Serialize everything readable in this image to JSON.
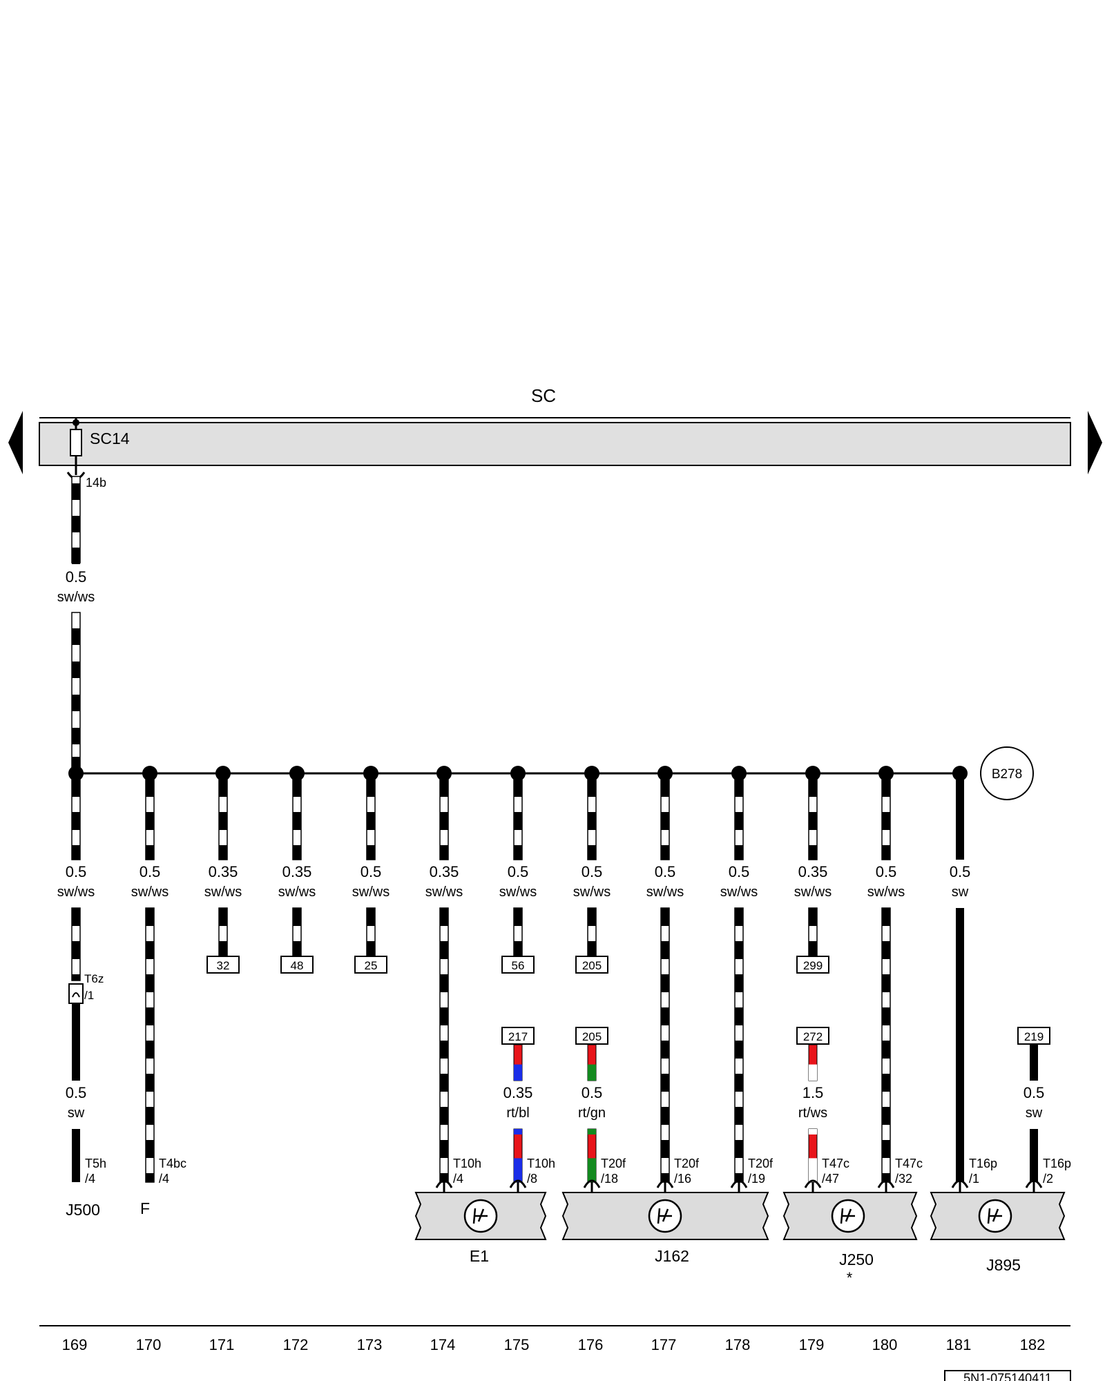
{
  "bus": {
    "label": "SC",
    "fuse": "SC14",
    "fuse_terminal": "14b"
  },
  "ground": {
    "label": "B278"
  },
  "feed_wire": {
    "size": "0.5",
    "color": "sw/ws"
  },
  "columns": [
    {
      "num": "169",
      "size": "0.5",
      "color": "sw/ws",
      "ref": ""
    },
    {
      "num": "170",
      "size": "0.5",
      "color": "sw/ws",
      "ref": ""
    },
    {
      "num": "171",
      "size": "0.35",
      "color": "sw/ws",
      "ref": "32"
    },
    {
      "num": "172",
      "size": "0.35",
      "color": "sw/ws",
      "ref": "48"
    },
    {
      "num": "173",
      "size": "0.5",
      "color": "sw/ws",
      "ref": "25"
    },
    {
      "num": "174",
      "size": "0.35",
      "color": "sw/ws",
      "ref": ""
    },
    {
      "num": "175",
      "size": "0.5",
      "color": "sw/ws",
      "ref": "56"
    },
    {
      "num": "176",
      "size": "0.5",
      "color": "sw/ws",
      "ref": "205"
    },
    {
      "num": "177",
      "size": "0.5",
      "color": "sw/ws",
      "ref": ""
    },
    {
      "num": "178",
      "size": "0.5",
      "color": "sw/ws",
      "ref": ""
    },
    {
      "num": "179",
      "size": "0.35",
      "color": "sw/ws",
      "ref": "299"
    },
    {
      "num": "180",
      "size": "0.5",
      "color": "sw/ws",
      "ref": ""
    },
    {
      "num": "181",
      "size": "0.5",
      "color": "sw",
      "ref": ""
    },
    {
      "num": "182",
      "size": "",
      "color": "",
      "ref": ""
    }
  ],
  "lower_wires": [
    {
      "col": 0,
      "size": "0.5",
      "color": "sw",
      "ref": ""
    },
    {
      "col": 6,
      "size": "0.35",
      "color": "rt/bl",
      "ref": "217"
    },
    {
      "col": 7,
      "size": "0.5",
      "color": "rt/gn",
      "ref": "205"
    },
    {
      "col": 10,
      "size": "1.5",
      "color": "rt/ws",
      "ref": "272"
    },
    {
      "col": 13,
      "size": "0.5",
      "color": "sw",
      "ref": "219"
    }
  ],
  "inline_connector": {
    "name": "T6z",
    "pin": "/1"
  },
  "terminals": [
    {
      "col": 0,
      "name": "T5h",
      "pin": "/4"
    },
    {
      "col": 1,
      "name": "T4bc",
      "pin": "/4"
    },
    {
      "col": 5,
      "name": "T10h",
      "pin": "/4"
    },
    {
      "col": 6,
      "name": "T10h",
      "pin": "/8"
    },
    {
      "col": 7,
      "name": "T20f",
      "pin": "/18"
    },
    {
      "col": 8,
      "name": "T20f",
      "pin": "/16"
    },
    {
      "col": 9,
      "name": "T20f",
      "pin": "/19"
    },
    {
      "col": 10,
      "name": "T47c",
      "pin": "/47"
    },
    {
      "col": 11,
      "name": "T47c",
      "pin": "/32"
    },
    {
      "col": 12,
      "name": "T16p",
      "pin": "/1"
    },
    {
      "col": 13,
      "name": "T16p",
      "pin": "/2"
    }
  ],
  "components": {
    "J500": "J500",
    "F": "F",
    "E1": "E1",
    "J162": "J162",
    "J250": "J250",
    "J250_note": "*",
    "J895": "J895"
  },
  "doc_number": "5N1-075140411",
  "colors": {
    "bus_fill": "#e0e0e0",
    "wire_black": "#000000",
    "wire_white": "#ffffff",
    "rt": "#e8141a",
    "bl": "#1a2de8",
    "gn": "#138a1f"
  }
}
